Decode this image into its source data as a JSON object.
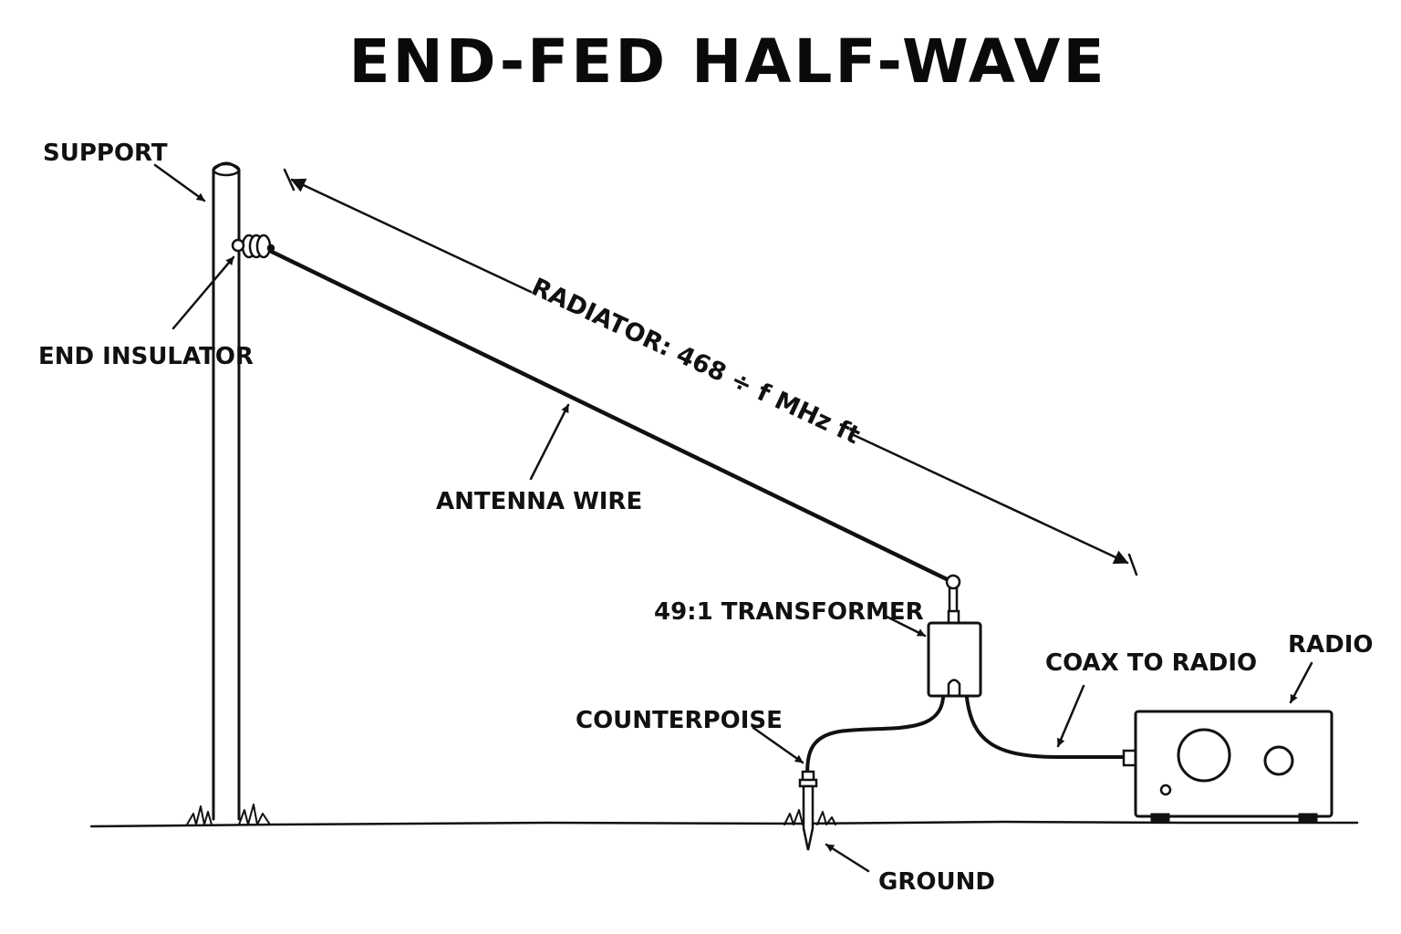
{
  "title": "END-FED HALF-WAVE",
  "labels": {
    "support": "SUPPORT",
    "end_insulator": "END INSULATOR",
    "antenna_wire": "ANTENNA WIRE",
    "radiator": "RADIATOR: 468 ÷ f MHz ft",
    "transformer": "49:1 TRANSFORMER",
    "coax": "COAX TO RADIO",
    "radio": "RADIO",
    "counterpoise": "COUNTERPOISE",
    "ground": "GROUND"
  },
  "colors": {
    "ink": "#111111",
    "background": "#ffffff"
  }
}
